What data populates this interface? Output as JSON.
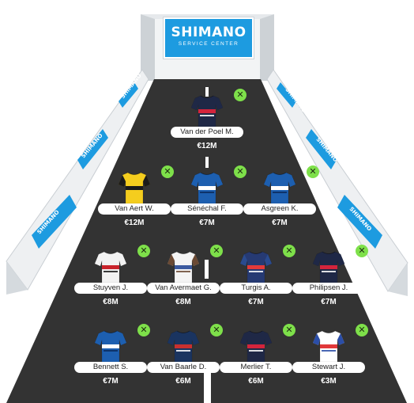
{
  "banner": {
    "brand": "SHIMANO",
    "subtitle": "SERVICE CENTER"
  },
  "colors": {
    "road": "#333333",
    "banner_blue": "#1d9be0",
    "remove_green": "#7ee04a",
    "price_text": "#ffffff"
  },
  "team": [
    {
      "name": "Van der Poel M.",
      "price": "€12M",
      "jersey": "alpecin",
      "remove_icon": "x-icon"
    },
    {
      "name": "Van Aert W.",
      "price": "€12M",
      "jersey": "jumbo",
      "remove_icon": "x-icon"
    },
    {
      "name": "Sénéchal F.",
      "price": "€7M",
      "jersey": "quickstep",
      "remove_icon": "x-icon"
    },
    {
      "name": "Asgreen K.",
      "price": "€7M",
      "jersey": "quickstep",
      "remove_icon": "x-icon"
    },
    {
      "name": "Stuyven J.",
      "price": "€8M",
      "jersey": "trek",
      "remove_icon": "x-icon"
    },
    {
      "name": "Van Avermaet G.",
      "price": "€8M",
      "jersey": "ag2r",
      "remove_icon": "x-icon"
    },
    {
      "name": "Turgis A.",
      "price": "€7M",
      "jersey": "totalenergies",
      "remove_icon": "x-icon"
    },
    {
      "name": "Philipsen J.",
      "price": "€7M",
      "jersey": "alpecin",
      "remove_icon": "x-icon"
    },
    {
      "name": "Bennett S.",
      "price": "€7M",
      "jersey": "quickstep",
      "remove_icon": "x-icon"
    },
    {
      "name": "Van Baarle D.",
      "price": "€6M",
      "jersey": "ineos",
      "remove_icon": "x-icon"
    },
    {
      "name": "Merlier T.",
      "price": "€6M",
      "jersey": "alpecin",
      "remove_icon": "x-icon"
    },
    {
      "name": "Stewart J.",
      "price": "€3M",
      "jersey": "groupama",
      "remove_icon": "x-icon"
    }
  ]
}
